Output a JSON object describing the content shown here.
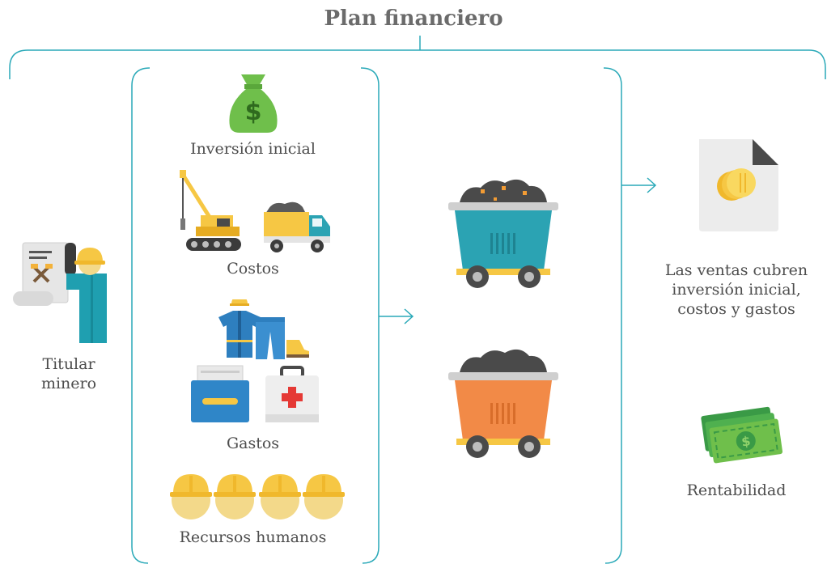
{
  "title": "Plan financiero",
  "labels": {
    "titular": "Titular\nminero",
    "inversion": "Inversión inicial",
    "costos": "Costos",
    "gastos": "Gastos",
    "recursos": "Recursos humanos",
    "ventas": "Las ventas cubren\ninversión inicial,\ncostos y gastos",
    "rentabilidad": "Rentabilidad"
  },
  "icons": {
    "money_bag_symbol": "$",
    "banknote_symbol": "$"
  },
  "colors": {
    "line": "#2aa9b8",
    "cart_teal": "#2ba3b3",
    "cart_orange": "#f28a47",
    "green": "#6fbf4b",
    "yellow": "#f6c744"
  }
}
